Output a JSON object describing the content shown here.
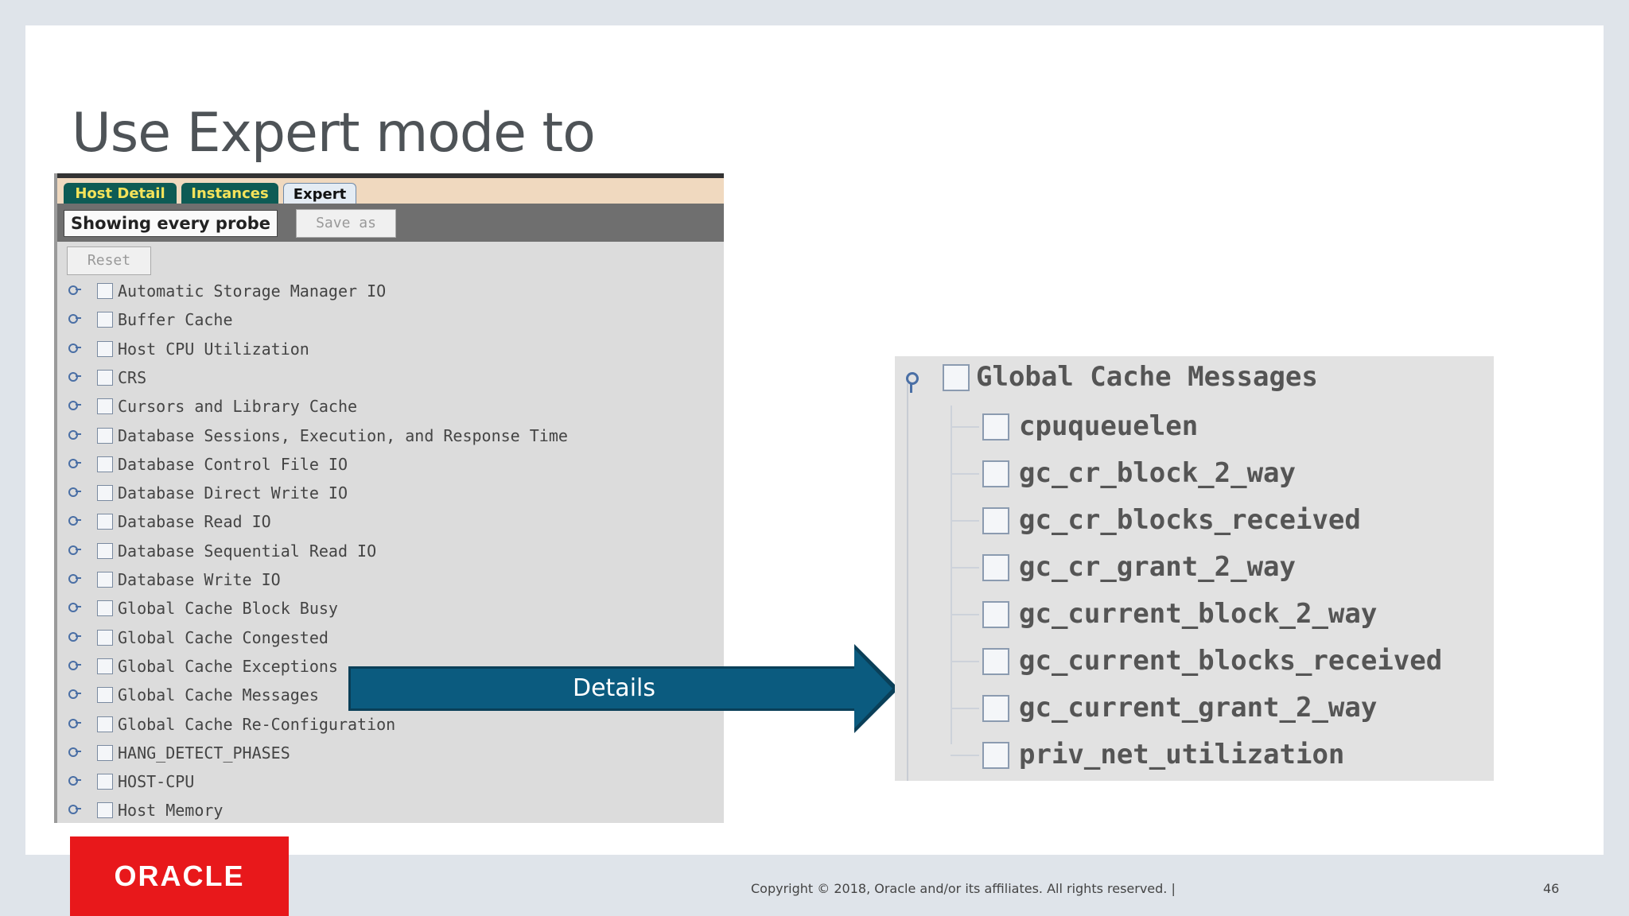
{
  "slide": {
    "title": "Use Expert mode to",
    "tabs": [
      {
        "label": "Host Detail"
      },
      {
        "label": "Instances"
      },
      {
        "label": "Expert"
      }
    ],
    "showing_label": "Showing every probe",
    "save_as_label": "Save as",
    "reset_label": "Reset",
    "probes": [
      "Automatic Storage Manager IO",
      "Buffer Cache",
      "Host CPU Utilization",
      "CRS",
      "Cursors and Library Cache",
      "Database Sessions, Execution, and Response Time",
      "Database Control File IO",
      "Database Direct Write IO",
      "Database Read IO",
      "Database Sequential Read IO",
      "Database Write IO",
      "Global Cache Block Busy",
      "Global Cache Congested",
      "Global Cache Exceptions",
      "Global Cache Messages",
      "Global Cache Re-Configuration",
      "HANG_DETECT_PHASES",
      "HOST-CPU",
      "Host Memory"
    ],
    "arrow_label": "Details",
    "detail": {
      "root": "Global Cache Messages",
      "children": [
        "cpuqueuelen",
        "gc_cr_block_2_way",
        "gc_cr_blocks_received",
        "gc_cr_grant_2_way",
        "gc_current_block_2_way",
        "gc_current_blocks_received",
        "gc_current_grant_2_way",
        "priv_net_utilization"
      ]
    }
  },
  "footer": {
    "logo_text": "ORACLE",
    "copyright": "Copyright © 2018, Oracle and/or its affiliates. All rights reserved.  |",
    "page_number": "46"
  },
  "colors": {
    "tab_dark": "#0e5b55",
    "tab_text": "#f5e35a",
    "arrow": "#0b5b7f",
    "oracle_red": "#e8181b"
  }
}
